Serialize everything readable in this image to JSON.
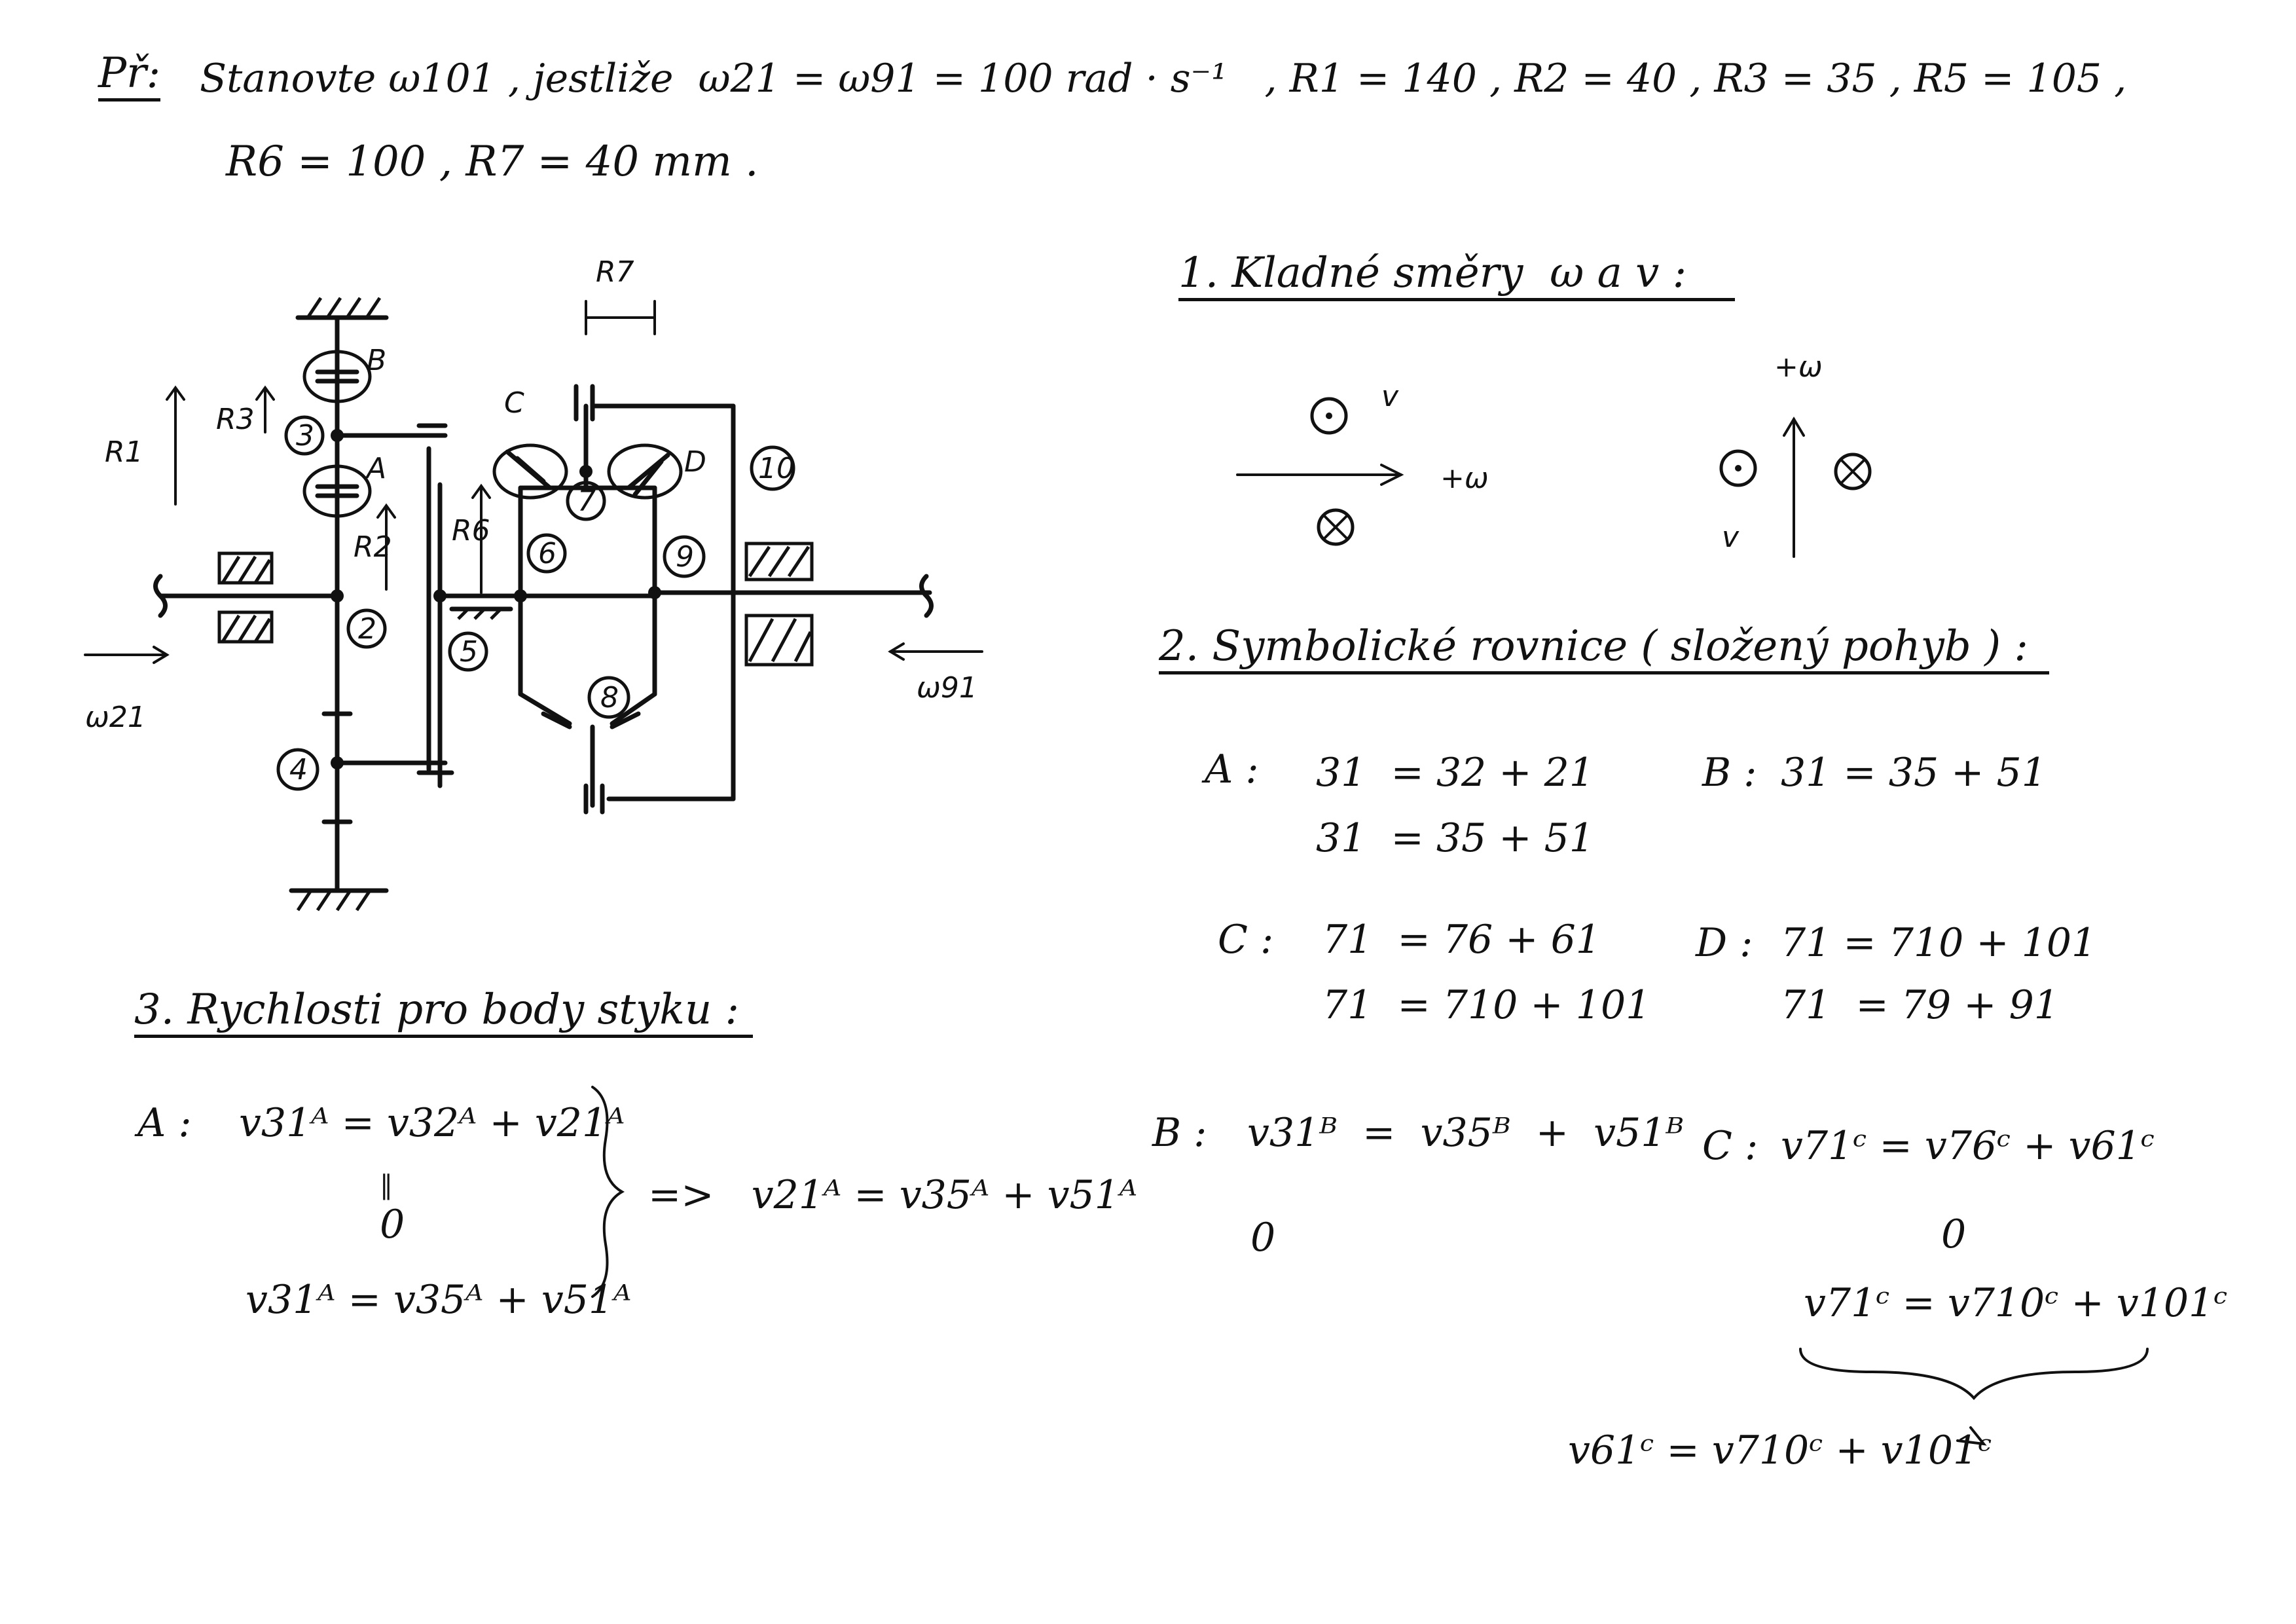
{
  "problem": {
    "prefix": "Př:",
    "line1": "Stanovte ω101 , jestliže  ω21 = ω91 = 100 rad · s⁻¹   , R1 = 140 , R2 = 40 , R3 = 35 , R5 = 105 ,",
    "line2": "R6 = 100 , R7 = 40 mm ."
  },
  "diagram": {
    "labels": {
      "B": "B",
      "A": "A",
      "C": "C",
      "D": "D",
      "R1": "R1",
      "R2": "R2",
      "R3": "R3",
      "R6": "R6",
      "R7": "R7",
      "w21": "ω21",
      "w91": "ω91"
    },
    "members": [
      "3",
      "2",
      "4",
      "5",
      "6",
      "7",
      "8",
      "9",
      "10"
    ]
  },
  "section1": {
    "title": "1. Kladné směry  ω a v :",
    "v": "v",
    "plus_w": "+ω"
  },
  "section2": {
    "title": "2. Symbolické rovnice ( složený pohyb ) :",
    "A_label": "A :",
    "A_eq1": "31  = 32 + 21",
    "A_eq2": "31  = 35 + 51",
    "B_label": "B :",
    "B_eq1": "31 = 35 + 51",
    "C_label": "C :",
    "C_eq1": "71  = 76 + 61",
    "C_eq2": "71  = 710 + 101",
    "D_label": "D :",
    "D_eq1": "71 = 710 + 101",
    "D_eq2": "71  = 79 + 91"
  },
  "section3": {
    "title": "3. Rychlosti pro body styku :",
    "A_label": "A :",
    "A_eq1": "v31ᴬ = v32ᴬ + v21ᴬ",
    "A_zero1": "‖",
    "A_zero2": "0",
    "A_eq2": "v31ᴬ = v35ᴬ + v51ᴬ",
    "A_result": "=>   v21ᴬ = v35ᴬ + v51ᴬ",
    "B_label": "B :",
    "B_eq": "v31ᴮ  =  v35ᴮ  +  v51ᴮ",
    "B_zero": "0",
    "C_label": "C :",
    "C_eq1": "v71ᶜ = v76ᶜ + v61ᶜ",
    "C_zero": "0",
    "C_eq2": "v71ᶜ = v710ᶜ + v101ᶜ",
    "C_result": "v61ᶜ = v710ᶜ + v101ᶜ"
  }
}
